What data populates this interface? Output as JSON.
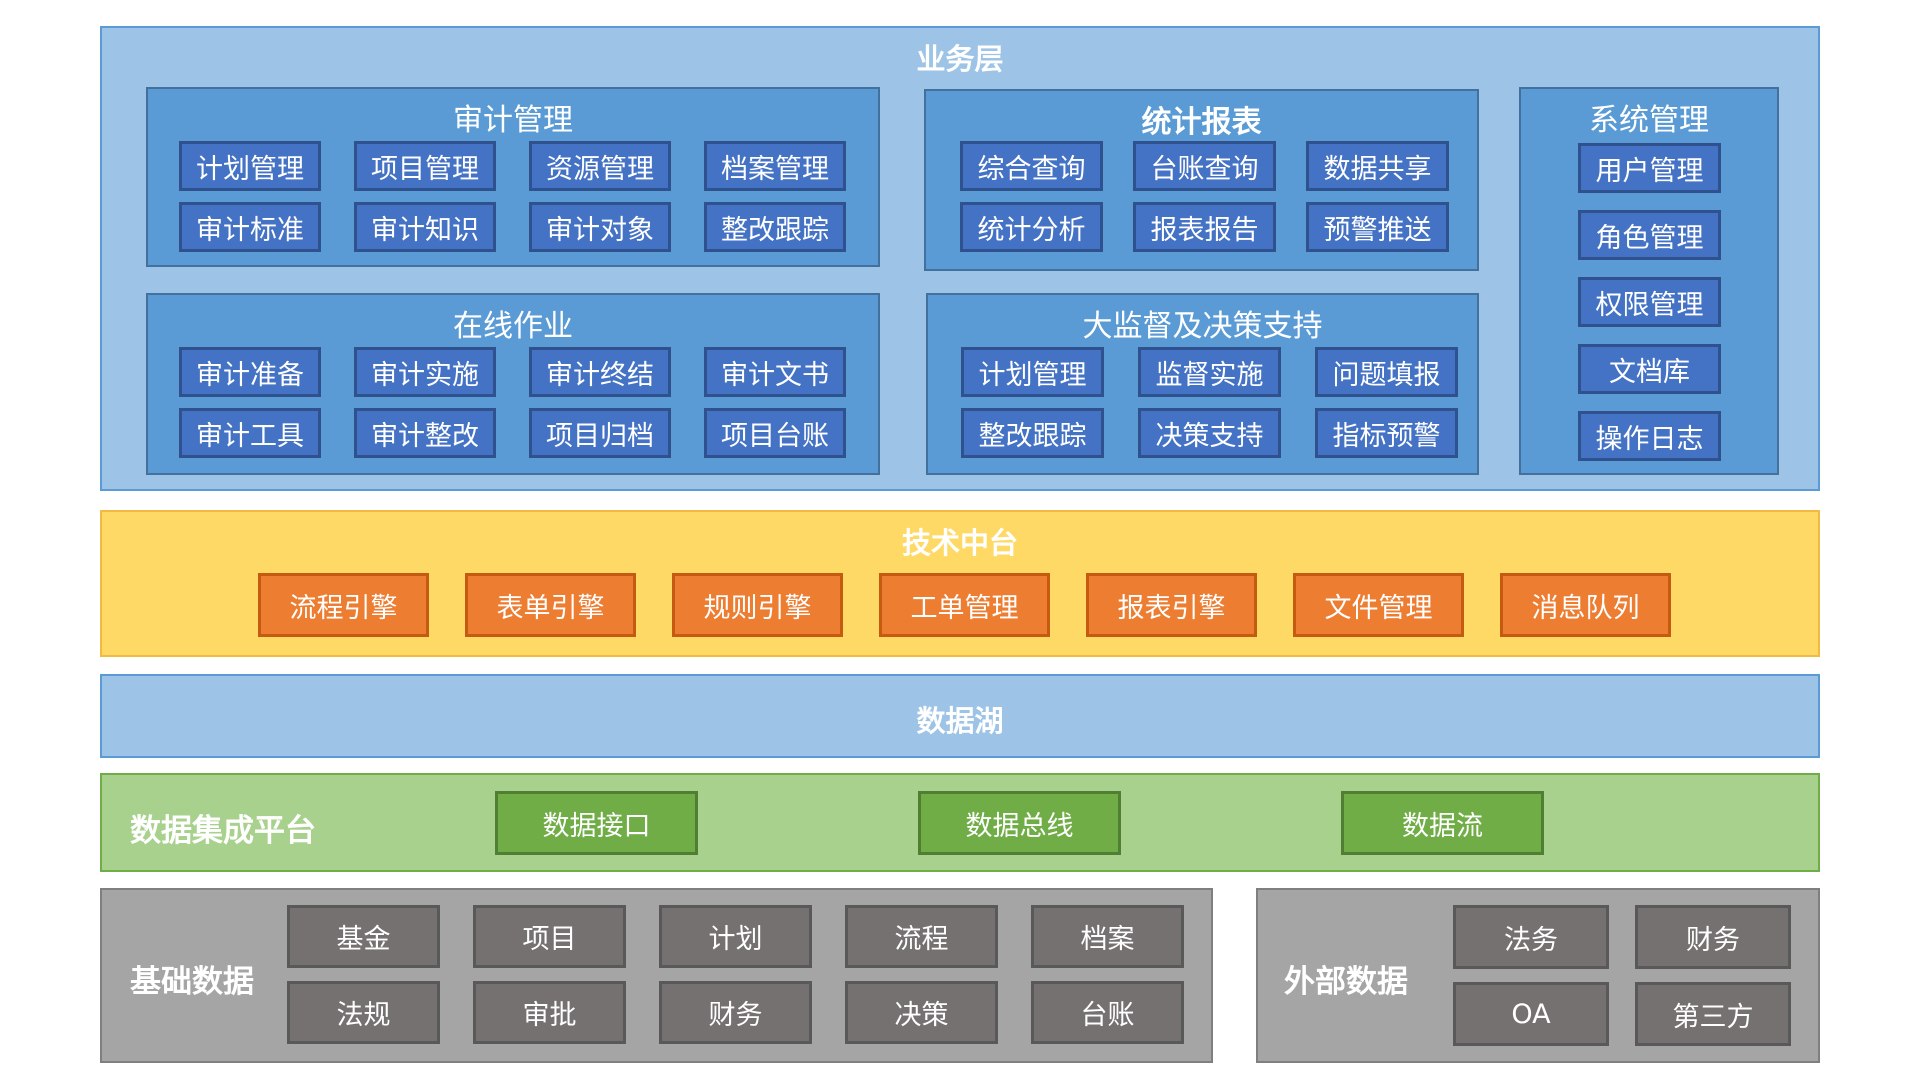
{
  "business_layer": {
    "title": "业务层",
    "audit_management": {
      "title": "审计管理",
      "items": [
        "计划管理",
        "项目管理",
        "资源管理",
        "档案管理",
        "审计标准",
        "审计知识",
        "审计对象",
        "整改跟踪"
      ]
    },
    "statistics_reports": {
      "title": "统计报表",
      "items": [
        "综合查询",
        "台账查询",
        "数据共享",
        "统计分析",
        "报表报告",
        "预警推送"
      ]
    },
    "system_management": {
      "title": "系统管理",
      "items": [
        "用户管理",
        "角色管理",
        "权限管理",
        "文档库",
        "操作日志"
      ]
    },
    "online_work": {
      "title": "在线作业",
      "items": [
        "审计准备",
        "审计实施",
        "审计终结",
        "审计文书",
        "审计工具",
        "审计整改",
        "项目归档",
        "项目台账"
      ]
    },
    "supervision_decision": {
      "title": "大监督及决策支持",
      "items": [
        "计划管理",
        "监督实施",
        "问题填报",
        "整改跟踪",
        "决策支持",
        "指标预警"
      ]
    }
  },
  "tech_platform": {
    "title": "技术中台",
    "items": [
      "流程引擎",
      "表单引擎",
      "规则引擎",
      "工单管理",
      "报表引擎",
      "文件管理",
      "消息队列"
    ]
  },
  "data_lake": {
    "title": "数据湖"
  },
  "integration": {
    "title": "数据集成平台",
    "items": [
      "数据接口",
      "数据总线",
      "数据流"
    ]
  },
  "base_data": {
    "title": "基础数据",
    "items": [
      "基金",
      "项目",
      "计划",
      "流程",
      "档案",
      "法规",
      "审批",
      "财务",
      "决策",
      "台账"
    ]
  },
  "external_data": {
    "title": "外部数据",
    "items": [
      "法务",
      "财务",
      "OA",
      "第三方"
    ]
  }
}
